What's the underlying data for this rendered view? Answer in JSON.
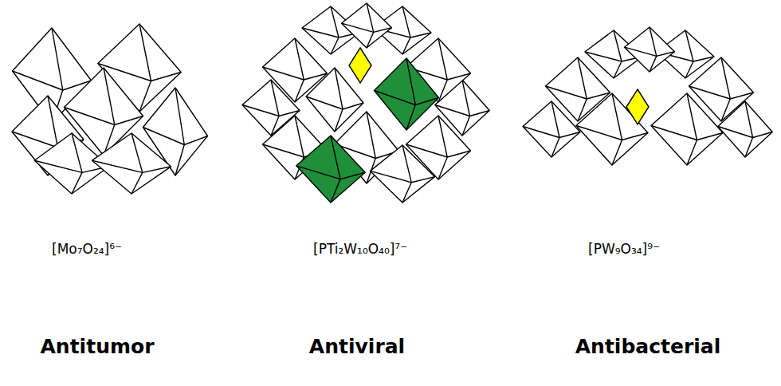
{
  "diagram": {
    "labels": [
      "[Mo₇O₂₄]⁶⁻",
      "[PTi₂W₁₀O₄₀]⁷⁻",
      "[PW₉O₃₄]⁹⁻",
      "Antitumor",
      "Antiviral",
      "Antibacterial"
    ]
  }
}
